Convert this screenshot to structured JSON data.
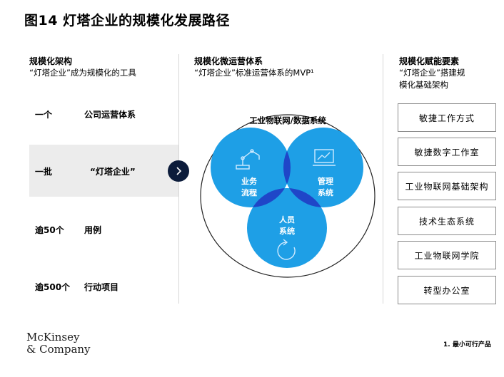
{
  "title": "图14 灯塔企业的规模化发展路径",
  "left": {
    "heading": "规模化架构",
    "subtitle": "“灯塔企业”成为规模化的工具",
    "rows": [
      {
        "label": "一个",
        "value": "公司运营体系"
      },
      {
        "label": "一批",
        "value": "“灯塔企业”"
      },
      {
        "label": "逾50个",
        "value": "用例"
      },
      {
        "label": "逾500个",
        "value": "行动项目"
      }
    ]
  },
  "middle": {
    "heading": "规模化微运营体系",
    "subtitle": "“灯塔企业”标准运营体系的MVP¹",
    "outer_label": "工业物联网/数据系统",
    "circles": [
      {
        "line1": "业务",
        "line2": "流程",
        "icon": "robot-arm-icon"
      },
      {
        "line1": "管理",
        "line2": "系统",
        "icon": "chart-monitor-icon"
      },
      {
        "line1": "人员",
        "line2": "系统",
        "icon": "cycle-arrow-icon"
      }
    ],
    "colors": {
      "circle": "#1e9fe6",
      "overlap": "#1f46c8",
      "center": "#1a2fa8"
    }
  },
  "right": {
    "heading": "规模化赋能要素",
    "subtitle_line1": "“灯塔企业”搭建规",
    "subtitle_line2": "模化基础架构",
    "items": [
      "敏捷工作方式",
      "敏捷数字工作室",
      "工业物联网基础架构",
      "技术生态系统",
      "工业物联网学院",
      "转型办公室"
    ]
  },
  "logo": {
    "line1": "McKinsey",
    "line2": "& Company"
  },
  "footnote": "1. 最小可行产品",
  "accent_dark": "#0c1c3b"
}
